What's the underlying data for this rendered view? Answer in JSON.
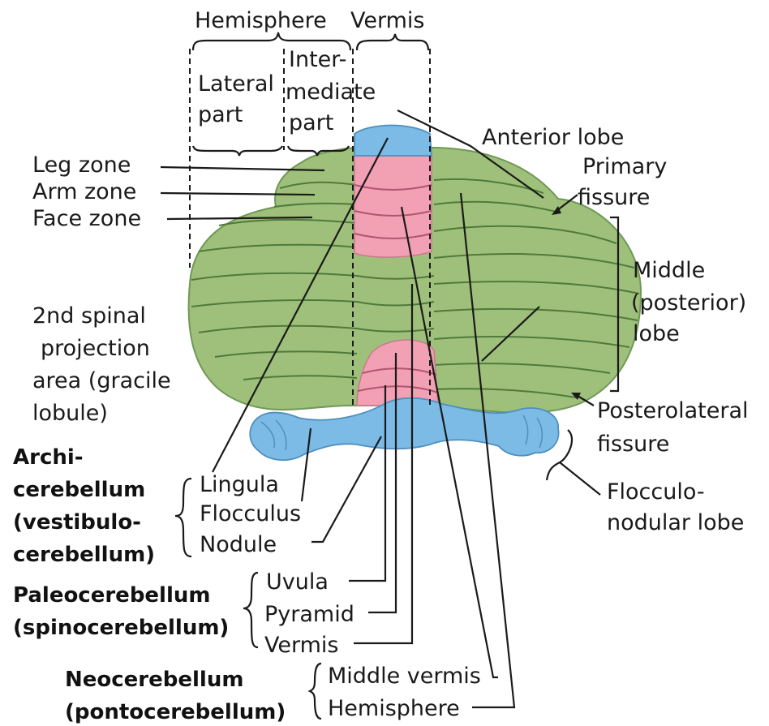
{
  "header": {
    "hemisphere": "Hemisphere",
    "vermis": "Vermis",
    "lateral_1": "Lateral",
    "lateral_2": "part",
    "intermediate_1": "Inter-",
    "intermediate_2": "mediate",
    "intermediate_3": "part"
  },
  "left_labels": {
    "leg_zone": "Leg zone",
    "arm_zone": "Arm zone",
    "face_zone": "Face zone",
    "spinal_1": "2nd spinal",
    "spinal_2": "projection",
    "spinal_3": "area (gracile",
    "spinal_4": "lobule)"
  },
  "right_labels": {
    "anterior_lobe": "Anterior lobe",
    "primary_1": "Primary",
    "primary_2": "fissure",
    "middle_1": "Middle",
    "middle_2": "(posterior)",
    "middle_3": "lobe",
    "postero_1": "Posterolateral",
    "postero_2": "fissure",
    "floc_1": "Flocculo-",
    "floc_2": "nodular lobe"
  },
  "groups": {
    "archi_1": "Archi-",
    "archi_2": "cerebellum",
    "archi_3": "(vestibulo-",
    "archi_4": "cerebellum)",
    "archi_items": [
      "Lingula",
      "Flocculus",
      "Nodule"
    ],
    "paleo_1": "Paleocerebellum",
    "paleo_2": "(spinocerebellum)",
    "paleo_items": [
      "Uvula",
      "Pyramid",
      "Vermis"
    ],
    "neo_1": "Neocerebellum",
    "neo_2": "(pontocerebellum)",
    "neo_items": [
      "Middle vermis",
      "Hemisphere"
    ]
  },
  "colors": {
    "hemisphere_green": "#9ec07a",
    "vermis_pink": "#f2a0b4",
    "flocculonodular_blue": "#7bbbe6"
  }
}
